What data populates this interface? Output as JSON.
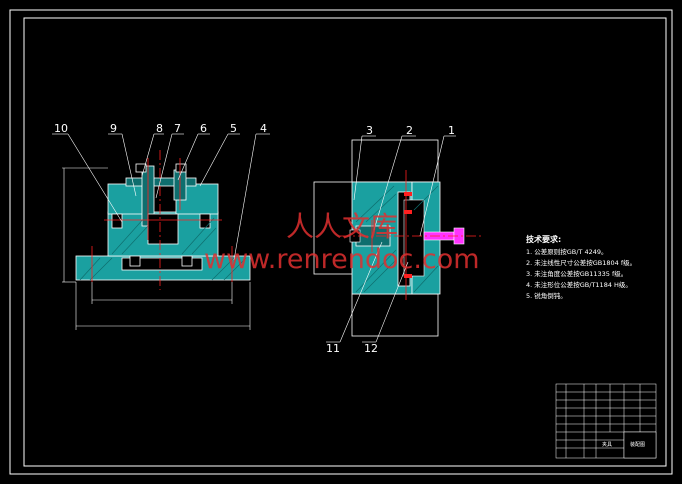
{
  "colors": {
    "background": "#000000",
    "outline": "#ffffff",
    "part": "#1aa0a0",
    "part_dark": "#0e6e6e",
    "centerline": "#ff2020",
    "highlight": "#ff33ff",
    "watermark": "#e03030"
  },
  "callouts_left": [
    "10",
    "9",
    "8",
    "7",
    "6",
    "5",
    "4"
  ],
  "callouts_right_top": [
    "3",
    "2",
    "1"
  ],
  "callouts_right_bottom": [
    "11",
    "12"
  ],
  "notes": {
    "title": "技术要求:",
    "items": [
      "1. 公差原则按GB/T 4249。",
      "2. 未注线性尺寸公差按GB1804 f级。",
      "3. 未注角度公差按GB11335 f级。",
      "4. 未注形位公差按GB/T1184 H级。",
      "5. 锐角倒钝。"
    ]
  },
  "watermark": {
    "text": "人人文库",
    "url": "www.renrendoc.com"
  },
  "title_block": {
    "drawing_title": "夹具",
    "designation": "装配图"
  }
}
